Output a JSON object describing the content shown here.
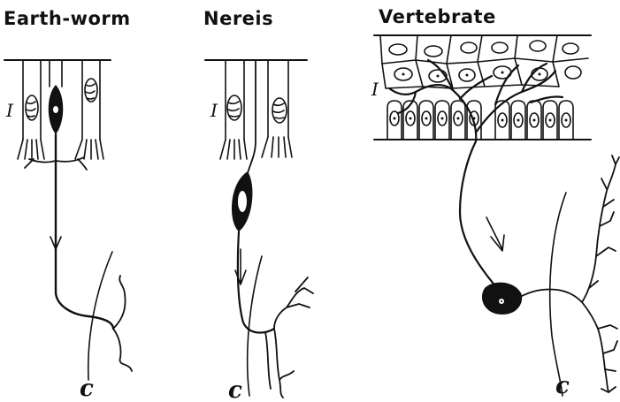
{
  "panels": [
    {
      "title": "Earth-worm",
      "epithelium_label": "I",
      "nerve_cord_label": "c"
    },
    {
      "title": "Nereis",
      "epithelium_label": "I",
      "nerve_cord_label": "c"
    },
    {
      "title": "Vertebrate",
      "epithelium_label": "I",
      "nerve_cord_label": "c"
    }
  ]
}
